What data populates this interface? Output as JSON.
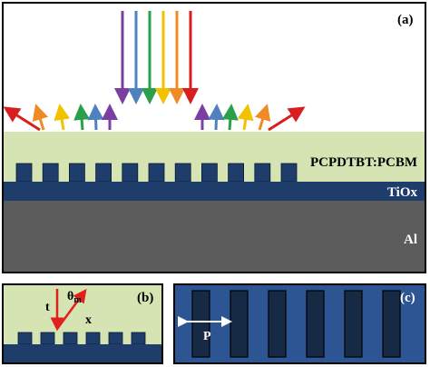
{
  "panel_a": {
    "label": "(a)",
    "layers": [
      {
        "name": "PCPDTBT:PCBM",
        "color": "#d6e3b3"
      },
      {
        "name": "TiOx",
        "color": "#1f3d6b"
      },
      {
        "name": "Al",
        "color": "#5c5c5c"
      }
    ],
    "wavelength_colors": [
      "#7b3fa1",
      "#4f81bd",
      "#2aa04a",
      "#f2c200",
      "#f08a24",
      "#d81f1f"
    ]
  },
  "panel_b": {
    "label": "(b)",
    "symbols": {
      "thickness": "t",
      "angle": "θ",
      "angle_subscript": "m",
      "distance": "x"
    }
  },
  "panel_c": {
    "label": "(c)",
    "period_label": "P",
    "background_color": "#2d5594",
    "bar_color": "#172a45"
  },
  "colors": {
    "arrow": "#e0201d",
    "grating": "#1f3d6b",
    "border": "#000000"
  }
}
